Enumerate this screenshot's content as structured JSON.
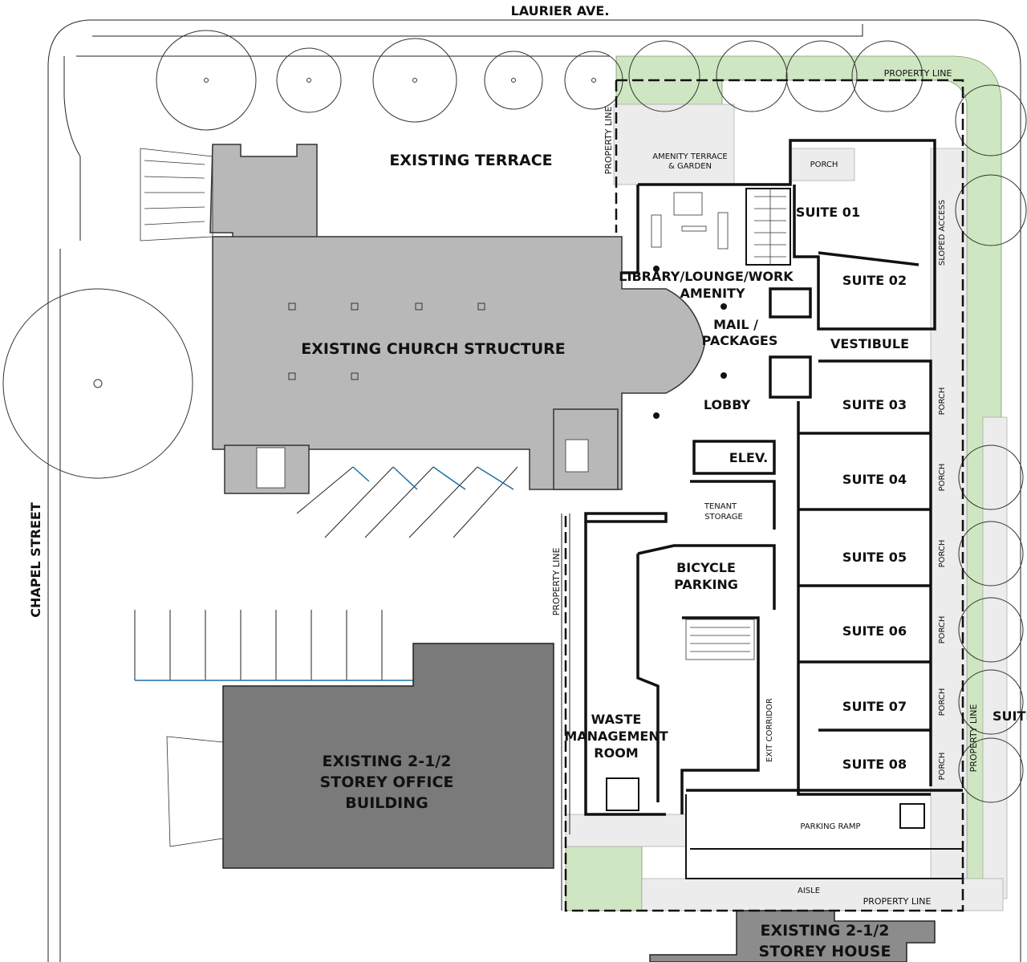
{
  "streets": {
    "north": "LAURIER AVE.",
    "west": "CHAPEL STREET"
  },
  "existing": {
    "terrace": "EXISTING TERRACE",
    "church": "EXISTING CHURCH STRUCTURE",
    "office": [
      "EXISTING 2-1/2",
      "STOREY OFFICE",
      "BUILDING"
    ],
    "house": [
      "EXISTING 2-1/2",
      "STOREY HOUSE"
    ]
  },
  "property_line": "PROPERTY LINE",
  "rooms": {
    "amenity_terrace": [
      "AMENITY TERRACE",
      "& GARDEN"
    ],
    "porch": "PORCH",
    "library": [
      "LIBRARY/LOUNGE/WORK",
      "AMENITY"
    ],
    "mail": [
      "MAIL /",
      "PACKAGES"
    ],
    "lobby": "LOBBY",
    "vestibule": "VESTIBULE",
    "elevator": "ELEV.",
    "tenant_storage": [
      "TENANT",
      "STORAGE"
    ],
    "bicycle": [
      "BICYCLE",
      "PARKING"
    ],
    "waste": [
      "WASTE",
      "MANAGEMENT",
      "ROOM"
    ],
    "exit_corridor": "EXIT CORRIDOR",
    "parking_ramp": "PARKING RAMP",
    "aisle": "AISLE",
    "sloped_access": "SLOPED ACCESS"
  },
  "suites": [
    "SUITE 01",
    "SUITE 02",
    "SUITE 03",
    "SUITE 04",
    "SUITE 05",
    "SUITE 06",
    "SUITE 07",
    "SUITE 08"
  ],
  "suite_callout": "SUITE",
  "colors": {
    "church_fill": "#b8b8b8",
    "office_fill": "#7a7a7a",
    "landscape_green": "#cfe6c2",
    "parking_stripe_blue": "#1c6fa8"
  }
}
